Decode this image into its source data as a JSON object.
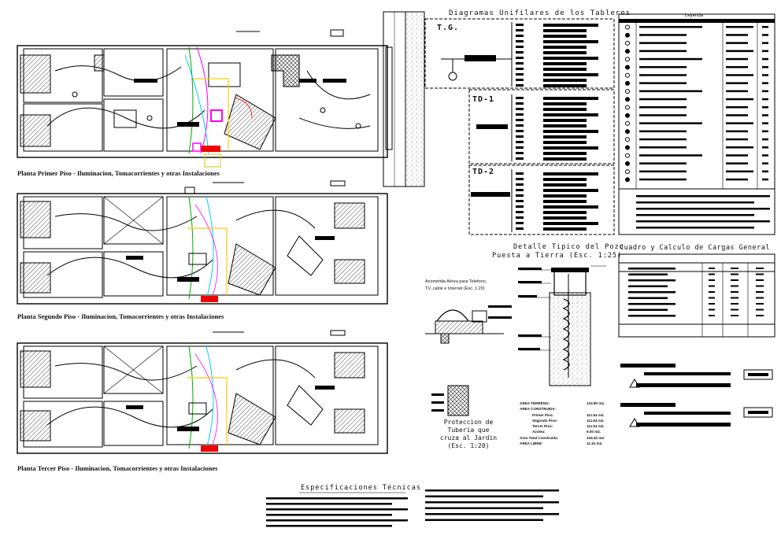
{
  "plans": [
    {
      "caption": "Planta Primer Piso - Iluminacion, Tomacorrientes y otras Instalaciones"
    },
    {
      "caption": "Planta Segundo  Piso - Iluminacion, Tomacorrientes y otras Instalaciones"
    },
    {
      "caption": "Planta Tercer Piso - Iluminacion, Tomacorrientes y otras Instalaciones"
    }
  ],
  "diagrams": {
    "title": "Diagramas Unifilares de los Tableros",
    "boards": [
      "T.G.",
      "TD-1",
      "TD-2"
    ]
  },
  "legend": {
    "title": "Leyenda"
  },
  "grounding": {
    "title_line1": "Detalle Tipico del Pozo",
    "title_line2": "Puesta a Tierra  (Esc. 1:25)"
  },
  "aerial": {
    "line1": "Acometida Aérea para Telefono,",
    "line2": "TV, cable e Internet  (Esc. 1:20)"
  },
  "pipe_protection": {
    "line1": "Proteccion de",
    "line2": "Tuberia que",
    "line3": "cruza al Jardin",
    "line4": "(Esc. 1:20)"
  },
  "loads": {
    "title": "Cuadro y Calculo de Cargas General"
  },
  "areas": [
    {
      "label": "AREA TERRENO:",
      "value": "133.80 m2."
    },
    {
      "label": "AREA CONSTRUIDA:",
      "value": ""
    },
    {
      "label": "Primer Piso:",
      "value": "111.54 m2."
    },
    {
      "label": "Segundo Piso:",
      "value": "111.54 m2."
    },
    {
      "label": "Tercer Piso:",
      "value": "111.54 m2."
    },
    {
      "label": "Azotea:",
      "value": "9.00 m2."
    },
    {
      "label": "Area Total Construida:",
      "value": "334.62 m2."
    },
    {
      "label": "AREA LIBRE:",
      "value": "11.34 m2."
    }
  ],
  "specs": {
    "title": "Especificaciones Técnicas"
  }
}
